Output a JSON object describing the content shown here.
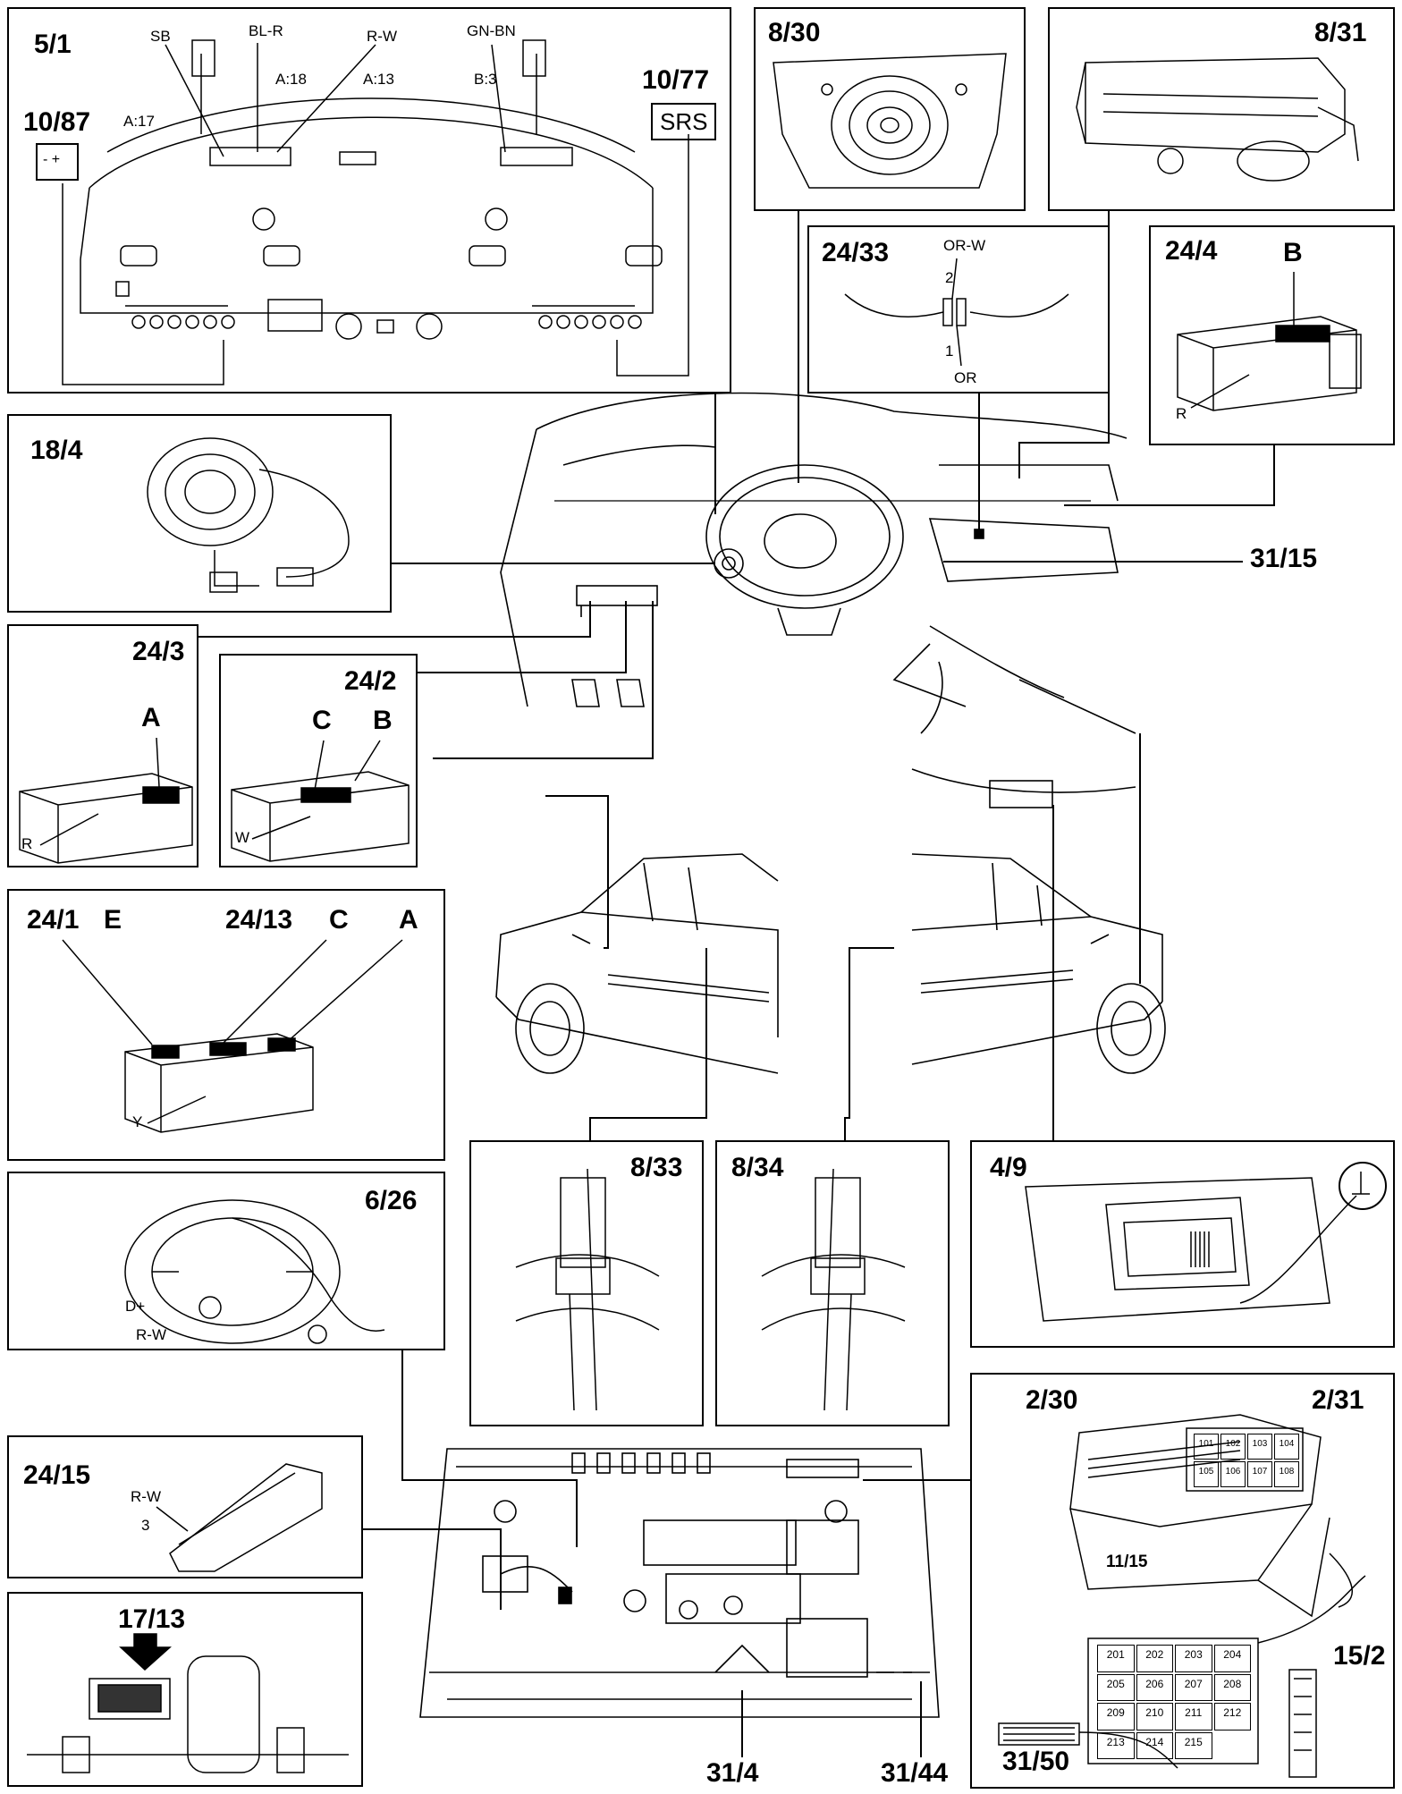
{
  "panels": {
    "p5_1": {
      "id": "5/1",
      "sub_id": "10/87",
      "tag_id": "10/77",
      "tag_text": "SRS",
      "wires": {
        "sb": "SB",
        "bl_r": "BL-R",
        "r_w": "R-W",
        "gn_bn": "GN-BN"
      },
      "pins": {
        "a17": "A:17",
        "a18": "A:18",
        "a13": "A:13",
        "b3": "B:3"
      },
      "battery_symbol": "- +"
    },
    "p8_30": {
      "id": "8/30"
    },
    "p8_31": {
      "id": "8/31"
    },
    "p24_33": {
      "id": "24/33",
      "wire_top": "OR-W",
      "wire_bottom": "OR",
      "pin_top": "2",
      "pin_bottom": "1"
    },
    "p24_4": {
      "id": "24/4",
      "pin": "B",
      "color": "R"
    },
    "p18_4": {
      "id": "18/4"
    },
    "p24_3": {
      "id": "24/3",
      "pin": "A",
      "color": "R"
    },
    "p24_2": {
      "id": "24/2",
      "pin_c": "C",
      "pin_b": "B",
      "color": "W"
    },
    "p24_1": {
      "id": "24/1",
      "pin_e": "E",
      "id2": "24/13",
      "pin_c": "C",
      "pin_a": "A",
      "color": "Y"
    },
    "p6_26": {
      "id": "6/26",
      "terminal": "D+",
      "wire": "R-W"
    },
    "p8_33": {
      "id": "8/33"
    },
    "p8_34": {
      "id": "8/34"
    },
    "p4_9": {
      "id": "4/9"
    },
    "p24_15": {
      "id": "24/15",
      "wire": "R-W",
      "pin": "3"
    },
    "p17_13": {
      "id": "17/13"
    },
    "p_fuse": {
      "id_left": "2/30",
      "id_right": "2/31",
      "id_under": "11/15",
      "id_relay": "15/2",
      "id_conn": "31/50",
      "relays_top": [
        "101",
        "102",
        "103",
        "104",
        "105",
        "106",
        "107",
        "108"
      ],
      "relays_bottom": [
        "201",
        "202",
        "203",
        "204",
        "205",
        "206",
        "207",
        "208",
        "209",
        "210",
        "211",
        "212",
        "213",
        "214",
        "215"
      ]
    }
  },
  "callouts": {
    "c31_15": "31/15",
    "c31_4": "31/4",
    "c31_44": "31/44"
  }
}
